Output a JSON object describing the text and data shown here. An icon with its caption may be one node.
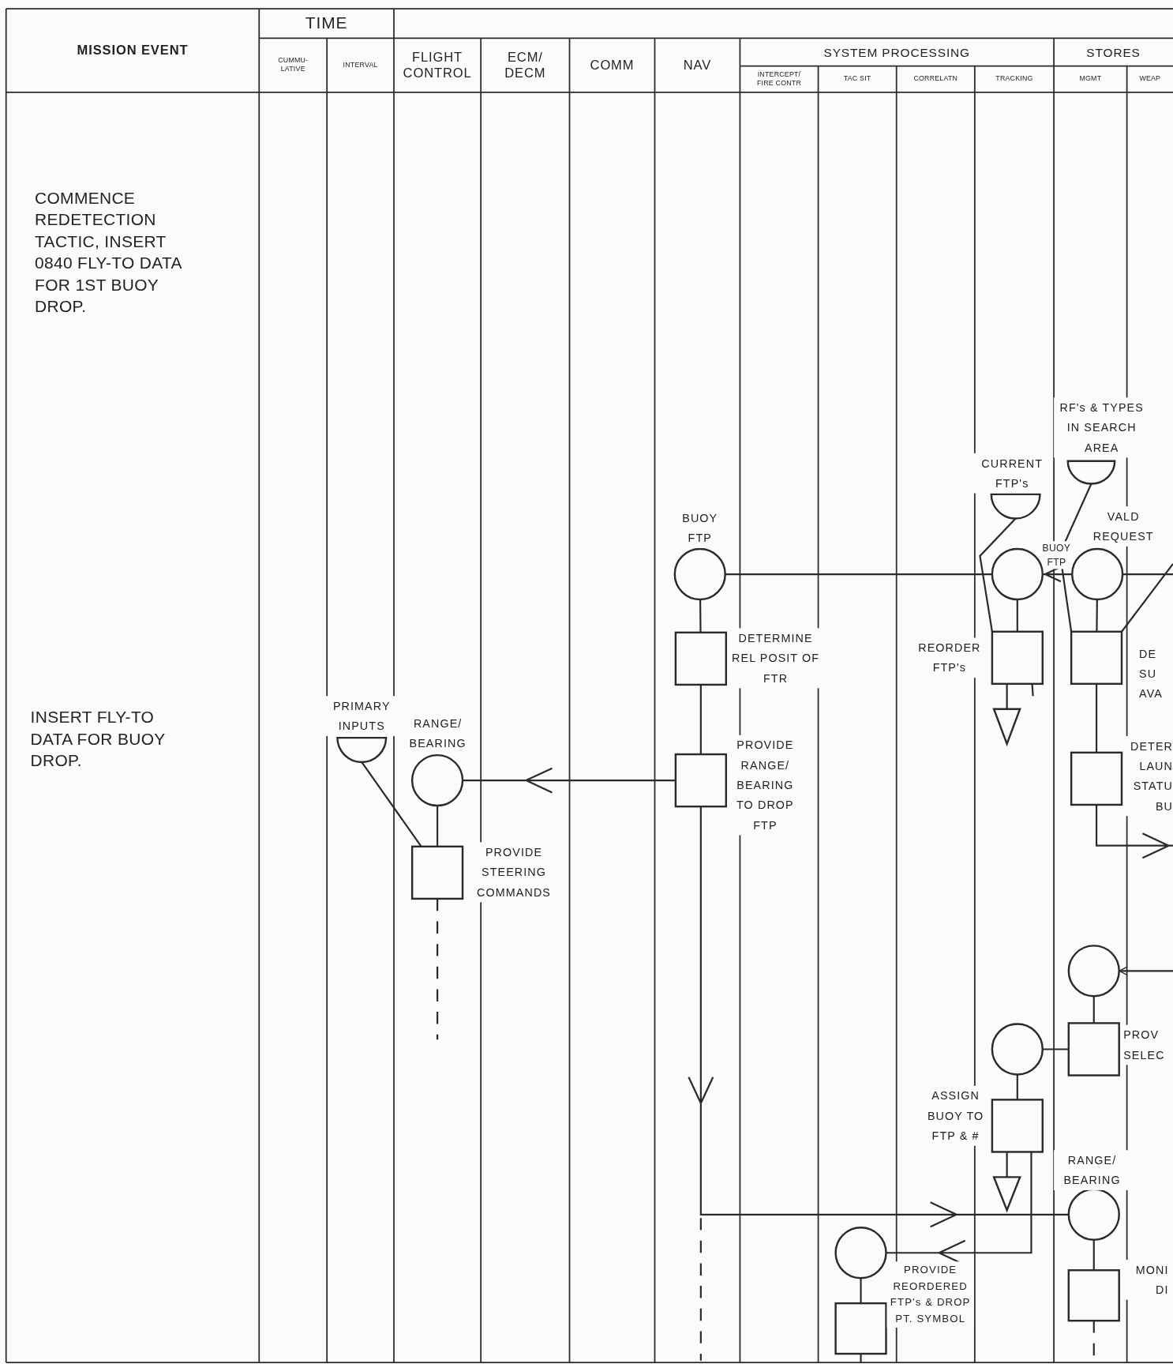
{
  "diagram": {
    "nodes": [
      {
        "text": [
          "BUOY FTP"
        ]
      },
      {
        "text": [
          "DETERMINE REL POSIT OF FTR"
        ]
      },
      {
        "text": [
          "PROVIDE RANGE/ BEARING TO DROP FTP"
        ]
      },
      {
        "text": [
          "PRIMARY INPUTS"
        ]
      },
      {
        "text": [
          "RANGE/ BEARING"
        ]
      },
      {
        "text": [
          "PROVIDE STEERING COMMANDS"
        ]
      },
      {
        "text": [
          "RF's & TYPES IN SEARCH AREA"
        ]
      },
      {
        "text": [
          "CURRENT FTP's"
        ]
      },
      {
        "text": [],
        "shape": "circle"
      },
      {
        "text": [
          "VALD REQUEST"
        ]
      },
      {
        "text": [
          "REORDER FTP's"
        ]
      },
      {
        "text": [
          "DE SU AVA"
        ]
      },
      {
        "text": [],
        "shape": "triangle"
      },
      {
        "text": [
          "DETER LAUN STATU BU"
        ]
      },
      {
        "text": [],
        "shape": "circle"
      },
      {
        "text": [
          "PROV SELEC"
        ]
      },
      {
        "text": [],
        "shape": "circle"
      },
      {
        "text": [
          "ASSIGN BUOY TO FTP & #"
        ]
      },
      {
        "text": [],
        "shape": "triangle"
      },
      {
        "text": [
          "RANGE/ BEARING"
        ]
      },
      {
        "text": [
          "MONI DI"
        ]
      },
      {
        "text": [],
        "shape": "circle"
      },
      {
        "text": [
          "PROVIDE REORDERED FTP's & DROP PT. SYMBOL"
        ]
      }
    ],
    "edges": [
      {
        "from": 0,
        "to": 1,
        "arrow": "none"
      },
      {
        "from": 1,
        "to": 2,
        "arrow": "none"
      },
      {
        "from": 2,
        "to": 4,
        "arrow": "to"
      },
      {
        "from": 4,
        "to": 5,
        "arrow": "none"
      },
      {
        "from": 3,
        "to": 5,
        "arrow": "none"
      },
      {
        "from": 5,
        "to": null,
        "arrow": "none",
        "style": "dashed"
      },
      {
        "from": 2,
        "to": 19,
        "arrow": "to"
      },
      {
        "from": 0,
        "to": 8,
        "arrow": "none"
      },
      {
        "from": 9,
        "to": 8,
        "arrow": "to",
        "label": "BUOY FTP"
      },
      {
        "from": 9,
        "to": null,
        "arrow": "none"
      },
      {
        "from": 7,
        "to": 10,
        "arrow": "none"
      },
      {
        "from": 8,
        "to": 10,
        "arrow": "none"
      },
      {
        "from": 10,
        "to": 12,
        "arrow": "none"
      },
      {
        "from": 10,
        "to": null,
        "arrow": "none"
      },
      {
        "from": 6,
        "to": 11,
        "arrow": "none"
      },
      {
        "from": 9,
        "to": 11,
        "arrow": "none"
      },
      {
        "from": 11,
        "to": null,
        "arrow": "none"
      },
      {
        "from": 11,
        "to": 13,
        "arrow": "none"
      },
      {
        "from": 13,
        "to": null,
        "arrow": "to"
      },
      {
        "from": null,
        "to": 14,
        "arrow": "to"
      },
      {
        "from": 14,
        "to": 15,
        "arrow": "none"
      },
      {
        "from": 16,
        "to": 15,
        "arrow": "none"
      },
      {
        "from": 16,
        "to": 17,
        "arrow": "none"
      },
      {
        "from": 17,
        "to": 18,
        "arrow": "none"
      },
      {
        "from": 17,
        "to": 21,
        "arrow": "to"
      },
      {
        "from": 19,
        "to": 20,
        "arrow": "none"
      },
      {
        "from": 20,
        "to": null,
        "arrow": "none",
        "style": "dashed"
      },
      {
        "from": 21,
        "to": 22,
        "arrow": "none"
      },
      {
        "from": 22,
        "to": null,
        "arrow": "none",
        "style": "dashed"
      }
    ],
    "labels": [
      "MISSION EVENT",
      "TIME",
      "CUMMU- LATIVE",
      "INTERVAL",
      "FLIGHT CONTROL",
      "ECM/ DECM",
      "COMM",
      "NAV",
      "SYSTEM PROCESSING",
      "STORES",
      "INTERCEPT/ FIRE CONTR",
      "TAC SIT",
      "CORRELATN",
      "TRACKING",
      "MGMT",
      "WEAP",
      "COMMENCE REDETECTION TACTIC, INSERT 0840 FLY-TO DATA FOR 1ST BUOY DROP.",
      "INSERT FLY-TO DATA FOR BUOY DROP."
    ]
  }
}
